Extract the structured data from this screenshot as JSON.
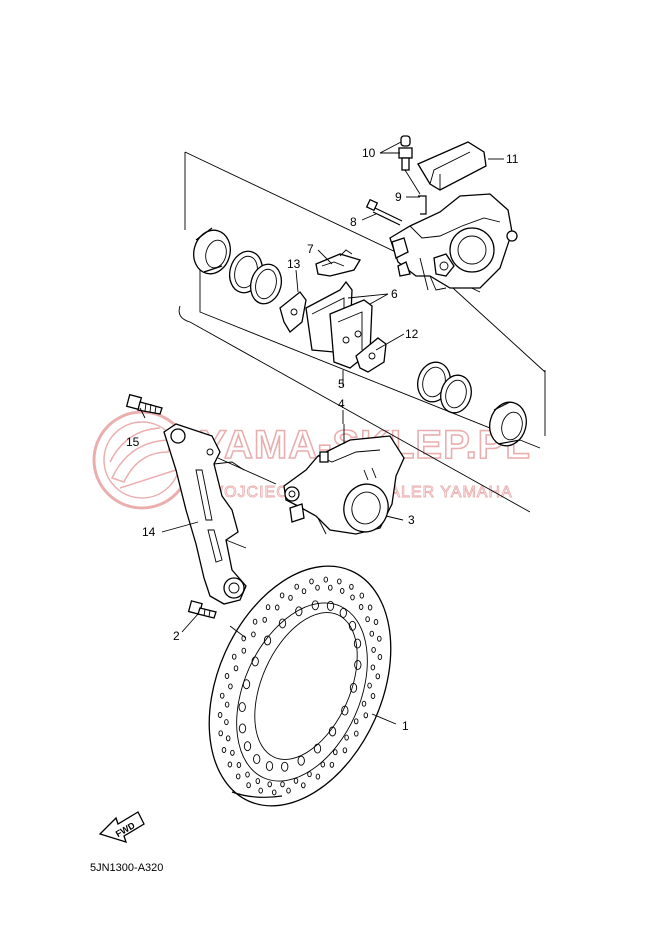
{
  "diagram": {
    "code": "5JN1300-A320",
    "fwd_label": "FWD",
    "callouts": {
      "p1": "1",
      "p2": "2",
      "p3": "3",
      "p4": "4",
      "p5": "5",
      "p6": "6",
      "p7": "7",
      "p8": "8",
      "p9": "9",
      "p10": "10",
      "p11": "11",
      "p12": "12",
      "p13": "13",
      "p14": "14",
      "p15": "15"
    }
  },
  "watermark": {
    "main": "YAMA-SKLEP.PL",
    "sub": "WOJCIECHOWSKI DEALER YAMAHA",
    "color": "#e8a6a6"
  }
}
